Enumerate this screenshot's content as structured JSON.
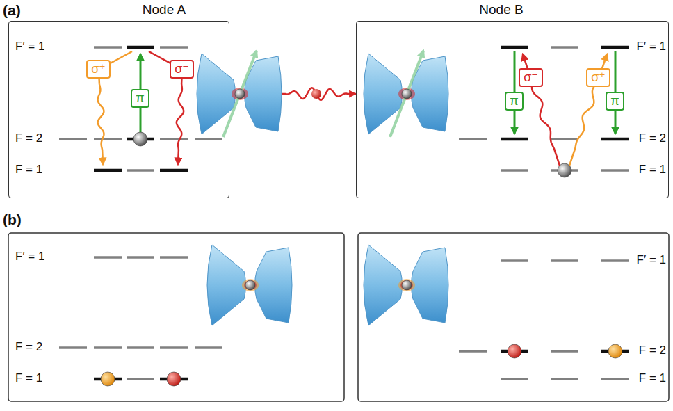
{
  "diagram": {
    "nodes": [
      {
        "text": [
          "Node A"
        ]
      },
      {
        "text": [
          "σ⁺"
        ],
        "in": 0
      },
      {
        "text": [
          "π"
        ],
        "in": 0
      },
      {
        "text": [
          "σ⁻"
        ],
        "in": 0
      },
      {
        "text": [
          "Node B"
        ]
      },
      {
        "text": [
          "σ⁻"
        ],
        "in": 4
      },
      {
        "text": [
          "σ⁺"
        ],
        "in": 4
      },
      {
        "text": [
          "π"
        ],
        "in": 4
      },
      {
        "text": [
          "π"
        ],
        "in": 4
      }
    ],
    "edges": [
      {
        "from": 0,
        "to": 4,
        "arrow": "to"
      }
    ],
    "labels": [
      "(a)",
      "F′ = 1",
      "F = 2",
      "F = 1",
      "F′ = 1",
      "F = 2",
      "F = 1",
      "(b)",
      "F′ = 1",
      "F = 2",
      "F = 1",
      "F′ = 1",
      "F = 2",
      "F = 1"
    ]
  }
}
